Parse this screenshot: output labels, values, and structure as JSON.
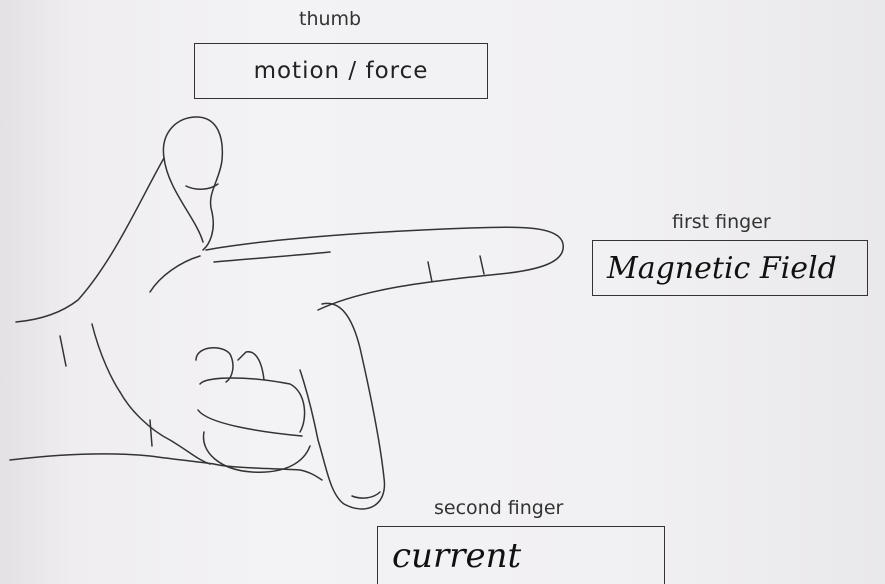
{
  "thumb": {
    "caption": "thumb",
    "label": "motion / force"
  },
  "first_finger": {
    "caption": "first finger",
    "label": "Magnetic Field"
  },
  "second_finger": {
    "caption": "second finger",
    "label": "current"
  }
}
